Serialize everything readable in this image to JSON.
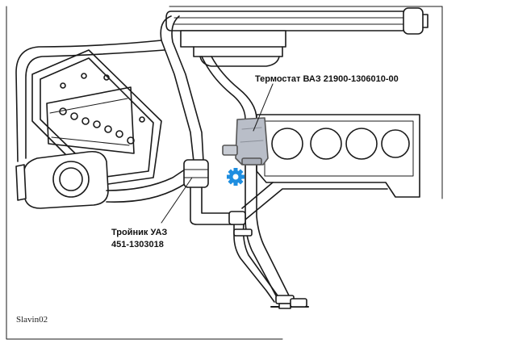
{
  "labels": {
    "thermostat": "Термостат ВАЗ 21900-1306010-00",
    "tee_line1": "Тройник УАЗ",
    "tee_line2": "451-1303018"
  },
  "signature": "Slavin02",
  "colors": {
    "line": "#1a1a1a",
    "thermostat_body": "#b9bec8",
    "gear": "#1e8ee0"
  },
  "icons": {
    "gear": "gear-icon"
  }
}
